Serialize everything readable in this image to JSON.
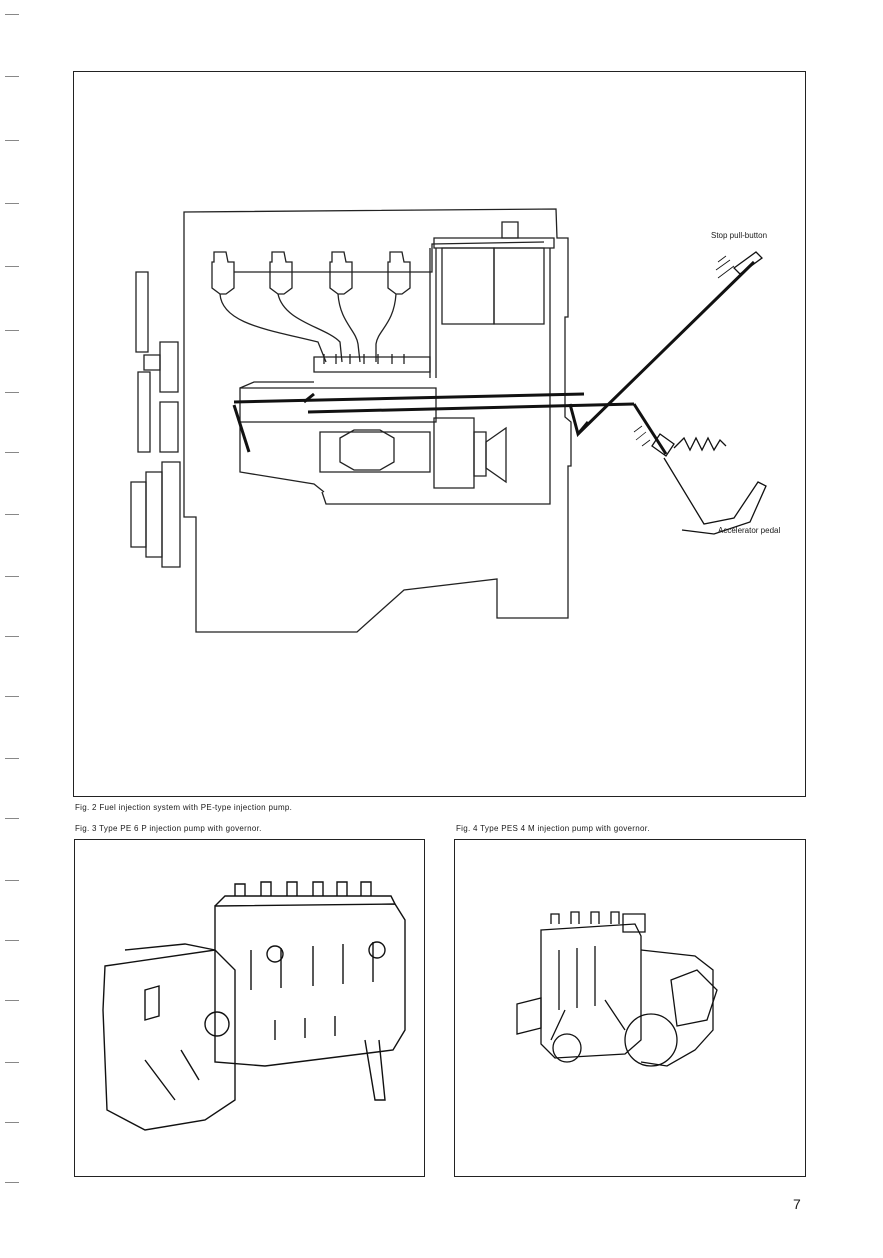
{
  "figures": {
    "fig2": {
      "caption": "Fig. 2   Fuel injection system with PE-type injection pump.",
      "labels": {
        "stop_pull_button": "Stop pull-button",
        "accelerator_pedal": "Accelerator pedal"
      }
    },
    "fig3": {
      "caption": "Fig. 3   Type PE 6 P injection pump with governor."
    },
    "fig4": {
      "caption": "Fig. 4   Type PES 4 M injection pump with governor."
    }
  },
  "page_number": "7"
}
